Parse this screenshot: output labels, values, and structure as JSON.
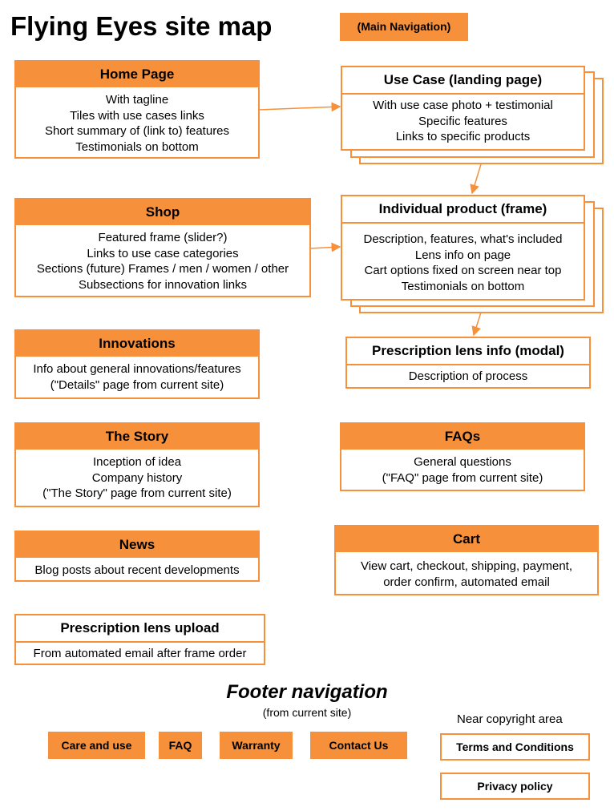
{
  "title": "Flying Eyes site map",
  "main_nav_label": "(Main Navigation)",
  "boxes": {
    "home": {
      "title": "Home Page",
      "lines": [
        "With tagline",
        "Tiles with use cases links",
        "Short summary of (link to) features",
        "Testimonials on bottom"
      ]
    },
    "shop": {
      "title": "Shop",
      "lines": [
        "Featured frame (slider?)",
        "Links to use case categories",
        "Sections (future) Frames / men / women / other",
        "Subsections for innovation links"
      ]
    },
    "innovations": {
      "title": "Innovations",
      "lines": [
        "Info about general innovations/features",
        "(\"Details\" page from current site)"
      ]
    },
    "story": {
      "title": "The Story",
      "lines": [
        "Inception of idea",
        "Company history",
        "(\"The Story\" page from current site)"
      ]
    },
    "news": {
      "title": "News",
      "lines": [
        "Blog posts about recent developments"
      ]
    },
    "upload": {
      "title": "Prescription lens upload",
      "lines": [
        "From automated email after frame order"
      ]
    },
    "usecase": {
      "title": "Use Case (landing page)",
      "lines": [
        "With use case photo + testimonial",
        "Specific features",
        "Links to specific products"
      ]
    },
    "product": {
      "title": "Individual product (frame)",
      "lines": [
        "Description, features, what's included",
        "Lens info on page",
        "Cart options fixed on screen near top",
        "Testimonials on bottom"
      ]
    },
    "rxinfo": {
      "title": "Prescription lens info (modal)",
      "lines": [
        "Description of process"
      ]
    },
    "faqs": {
      "title": "FAQs",
      "lines": [
        "General questions",
        "(\"FAQ\" page from current site)"
      ]
    },
    "cart": {
      "title": "Cart",
      "lines": [
        "View cart, checkout, shipping, payment,",
        "order confirm, automated email"
      ]
    }
  },
  "footer": {
    "title": "Footer navigation",
    "subtitle": "(from current site)",
    "links": [
      "Care and use",
      "FAQ",
      "Warranty",
      "Contact Us"
    ],
    "near_copyright_label": "Near copyright area",
    "legal_links": [
      "Terms and Conditions",
      "Privacy policy"
    ]
  },
  "colors": {
    "accent": "#f7903a",
    "background": "#ffffff",
    "text": "#000000"
  }
}
